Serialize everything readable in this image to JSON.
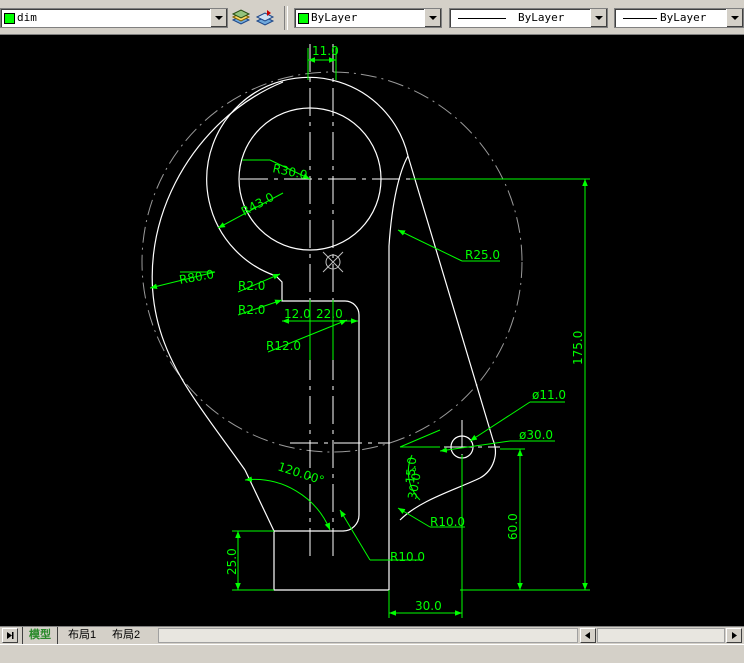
{
  "toolbar": {
    "layer_combo": {
      "value": "dim"
    },
    "color_combo": {
      "value": "ByLayer"
    },
    "linetype_combo": {
      "value": "ByLayer"
    },
    "lineweight_combo": {
      "value": "ByLayer"
    }
  },
  "drawing": {
    "dimensions": {
      "d11": "11.0",
      "r30": "R30.0",
      "r43": "R43.0",
      "r80": "R80.0",
      "r2a": "R2.0",
      "r2b": "R2.0",
      "d12": "12.0",
      "d22": "22.0",
      "r12": "R12.0",
      "r25": "R25.0",
      "d175": "175.0",
      "phi11": "ø11.0",
      "phi30": "ø30.0",
      "d15": "15.0",
      "d30deg": "30.0°",
      "ang120": "120.00°",
      "r10a": "R10.0",
      "r10b": "R10.0",
      "d25": "25.0",
      "d60": "60.0",
      "d30": "30.0"
    },
    "colors": {
      "geometry": "#ffffff",
      "dimension": "#00ff00",
      "center": "#ffffff",
      "construction": "#c0c0c0"
    }
  },
  "tabs": {
    "model": "模型",
    "layout1": "布局1",
    "layout2": "布局2"
  }
}
